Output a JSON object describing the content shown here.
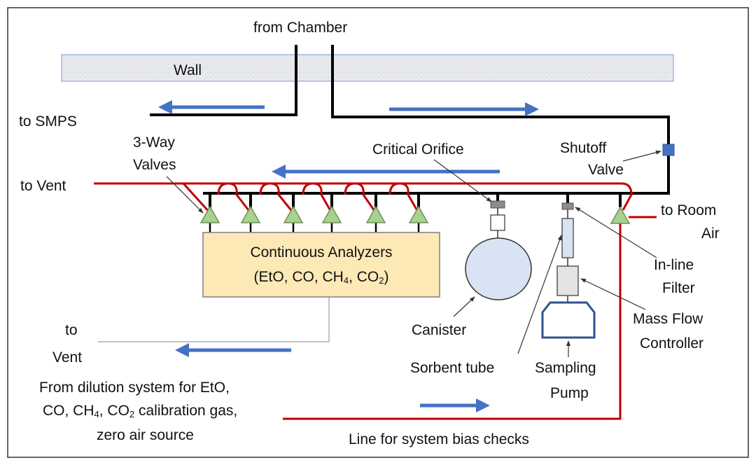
{
  "labels": {
    "from_chamber": "from Chamber",
    "wall": "Wall",
    "to_smps": "to SMPS",
    "three_way_valves_line1": "3-Way",
    "three_way_valves_line2": "Valves",
    "to_vent_top": "to Vent",
    "critical_orifice": "Critical Orifice",
    "shutoff_valve_line1": "Shutoff",
    "shutoff_valve_line2": "Valve",
    "to_room_air_line1": "to Room",
    "to_room_air_line2": "Air",
    "analyzers_line1": "Continuous Analyzers",
    "analyzers_line2_a": "(EtO, CO, CH",
    "analyzers_line2_sub4": "4",
    "analyzers_line2_b": ", CO",
    "analyzers_line2_sub2": "2",
    "analyzers_line2_c": ")",
    "inline_filter_line1": "In-line",
    "inline_filter_line2": "Filter",
    "mass_flow_line1": "Mass Flow",
    "mass_flow_line2": "Controller",
    "canister": "Canister",
    "to_vent_bottom_line1": "to",
    "to_vent_bottom_line2": "Vent",
    "sorbent_tube": "Sorbent tube",
    "sampling_pump_line1": "Sampling",
    "sampling_pump_line2": "Pump",
    "dilution_line1": "From dilution system for EtO,",
    "dilution_line2_a": "CO, CH",
    "dilution_line2_sub4": "4",
    "dilution_line2_b": ", CO",
    "dilution_line2_sub2": "2",
    "dilution_line2_c": " calibration gas,",
    "dilution_line3": "zero air source",
    "bias_line": "Line for system bias checks"
  },
  "colors": {
    "tubing": "#000000",
    "red_line": "#c00000",
    "arrow": "#4472c4",
    "valve_fill": "#a9d18e",
    "valve_stroke": "#6f8f5a",
    "analyzer_fill": "#fde9b6",
    "component_fill": "#dae3f3",
    "shutoff_fill": "#4472c4",
    "wall_fill": "#e7e9ee"
  }
}
